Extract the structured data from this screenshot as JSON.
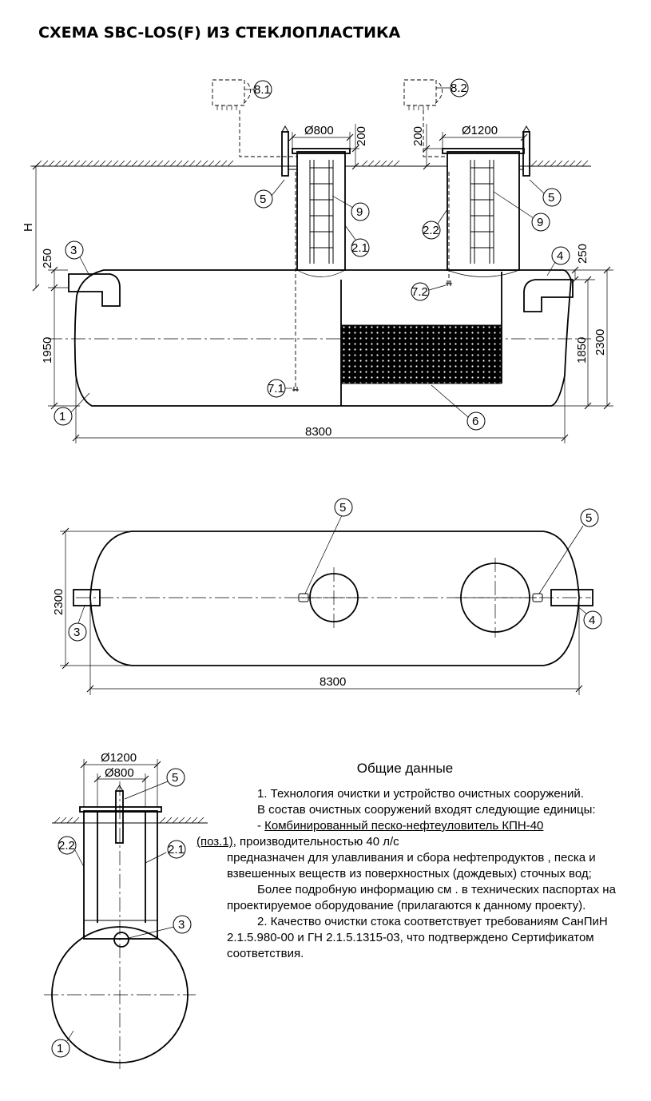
{
  "title": "СХЕМА SBC-LOS(F) ИЗ СТЕКЛОПЛАСТИКА",
  "dimensions": {
    "d800": "Ø800",
    "d1200": "Ø1200",
    "h200": "200",
    "h250": "250",
    "h1950": "1950",
    "h1850": "1850",
    "h2300": "2300",
    "l8300": "8300",
    "H": "H"
  },
  "callouts": {
    "c1": "1",
    "c2_1": "2.1",
    "c2_2": "2.2",
    "c3": "3",
    "c4": "4",
    "c5": "5",
    "c6": "6",
    "c7_1": "7.1",
    "c7_2": "7.2",
    "c8_1": "8.1",
    "c8_2": "8.2",
    "c9": "9"
  },
  "notes": {
    "heading": "Общие данные",
    "p1": "1. Технология очистки и устройство очистных сооружений.",
    "p2": "В состав очистных сооружений входят следующие единицы:",
    "p3_prefix": "- ",
    "p3_link1": "Комбинированный песко-нефтеуловитель КПН-40",
    "p3_link2": "(поз.1)",
    "p3_rest": ", производительностью 40 л/с",
    "p4": "предназначен для улавливания и сбора нефтепродуктов , песка и взвешенных веществ из поверхностных  (дождевых) сточных вод;",
    "p5": "Более подробную информацию см . в технических паспортах на проектируемое оборудование  (прилагаются к данному проекту).",
    "p6": "2. Качество очистки стока соответствует требованиям СанПиН 2.1.5.980-00 и ГН 2.1.5.1315-03, что подтверждено Сертификатом соответствия."
  }
}
